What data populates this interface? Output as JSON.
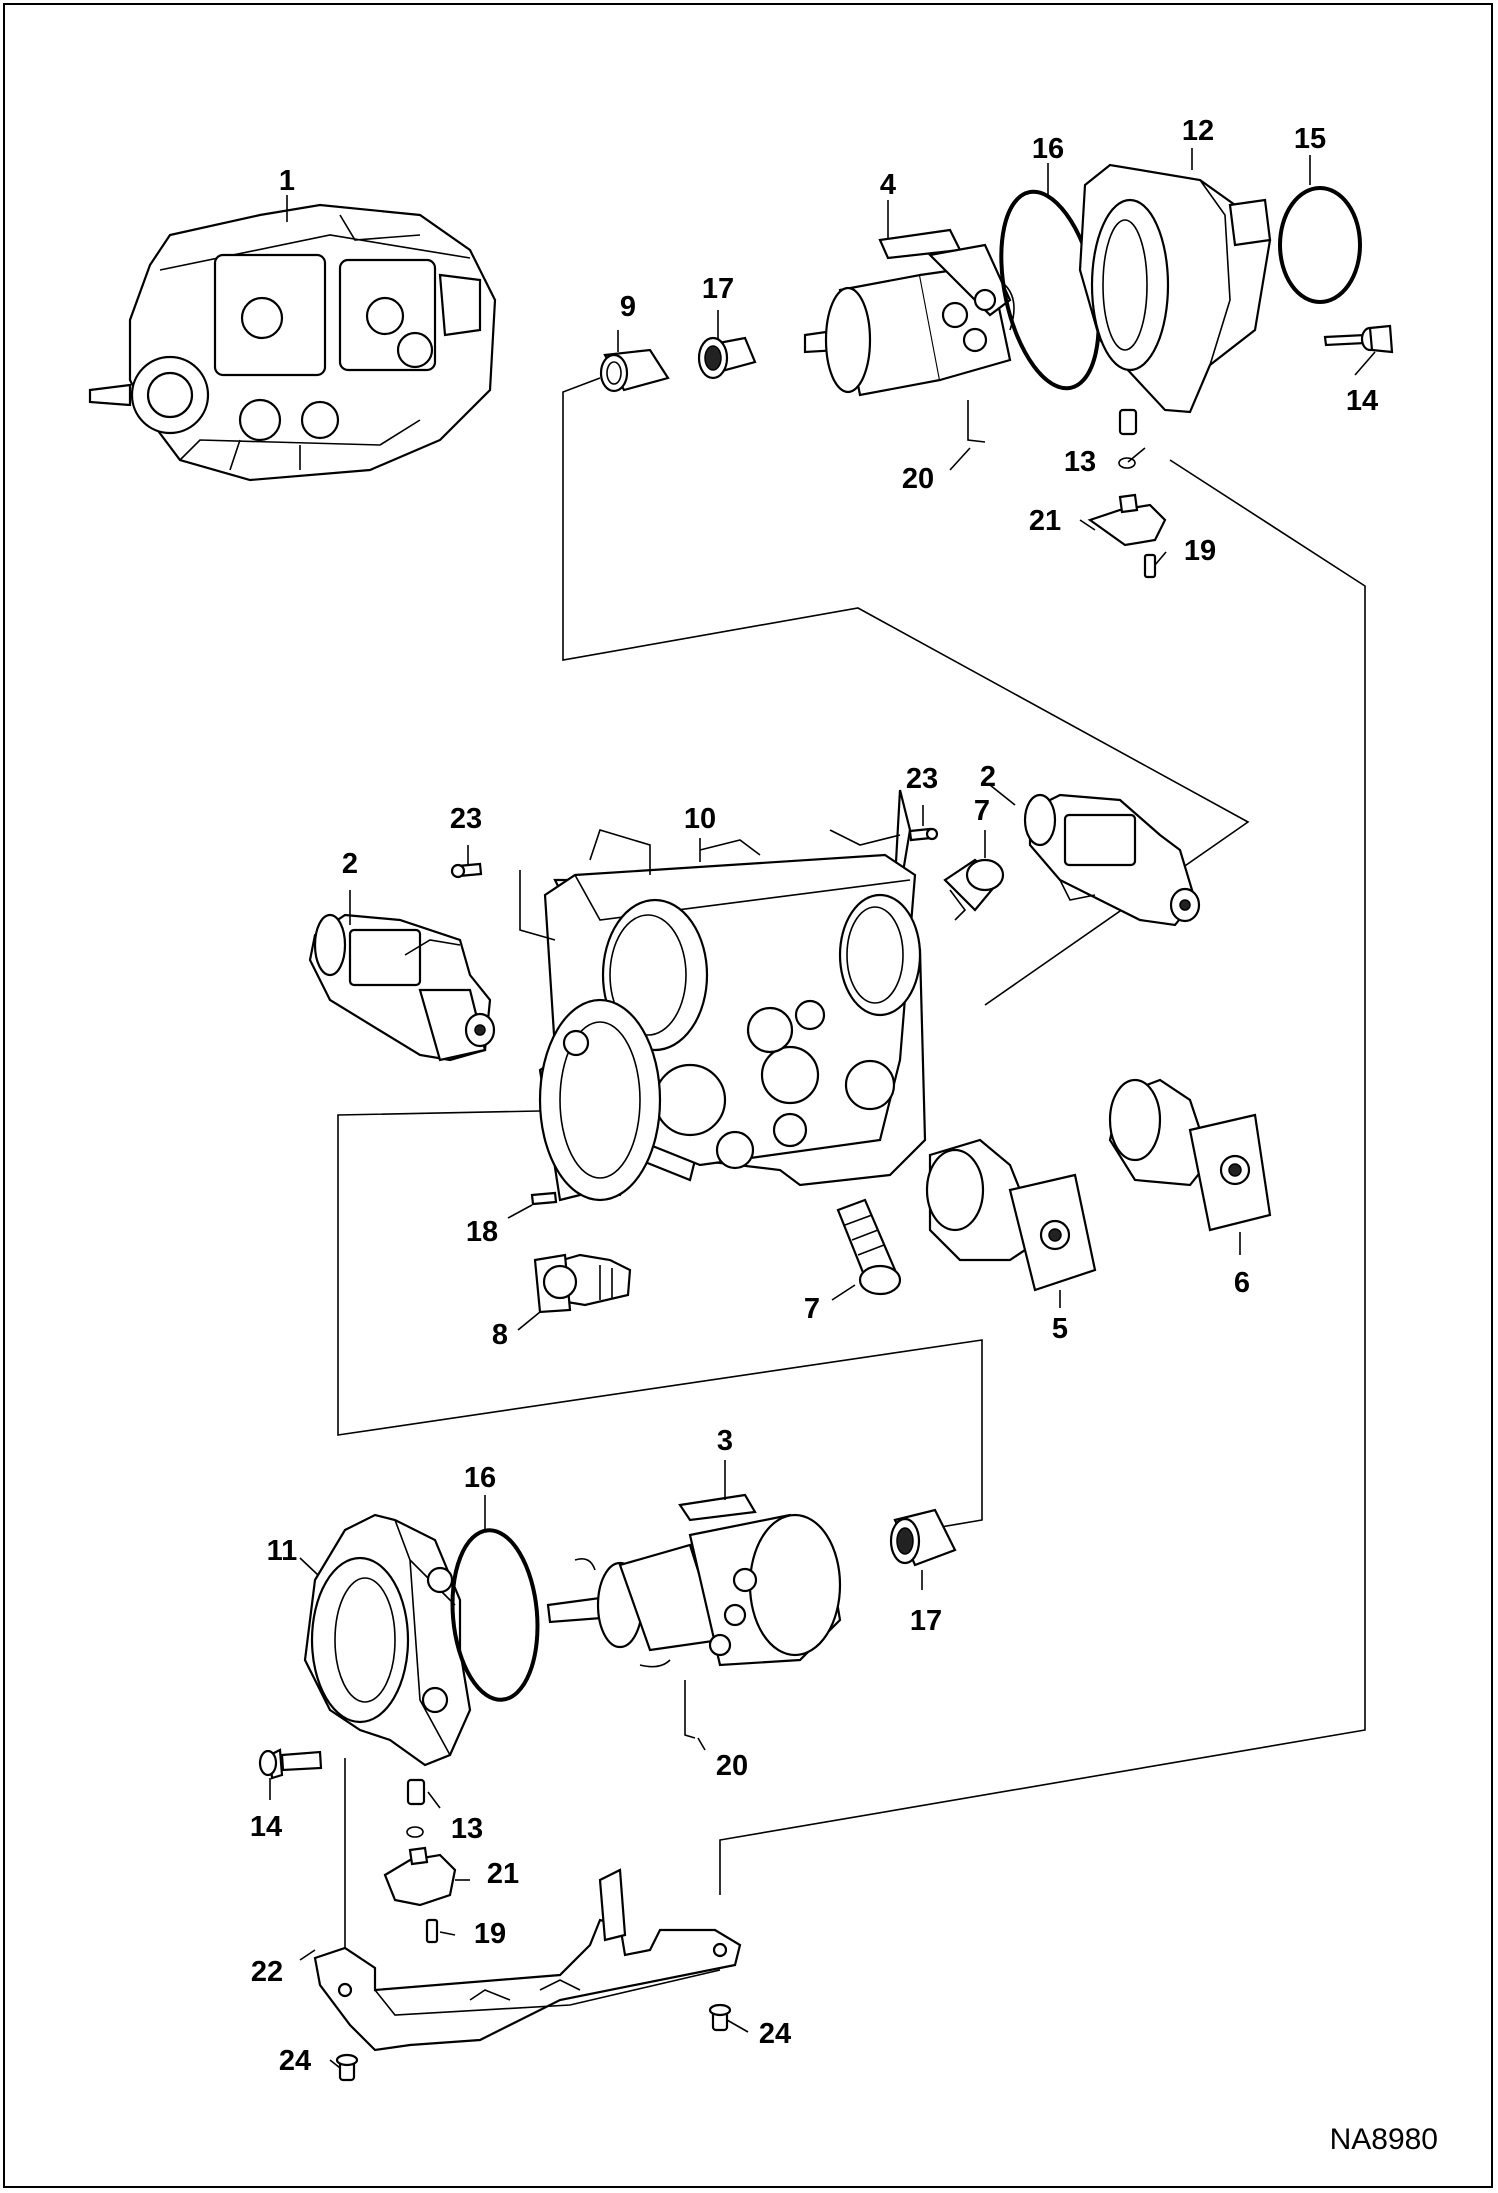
{
  "figure_id": "NA8980",
  "callouts": [
    {
      "text": "1"
    },
    {
      "text": "16"
    },
    {
      "text": "12"
    },
    {
      "text": "15"
    },
    {
      "text": "4"
    },
    {
      "text": "9"
    },
    {
      "text": "17"
    },
    {
      "text": "14"
    },
    {
      "text": "13"
    },
    {
      "text": "20"
    },
    {
      "text": "21"
    },
    {
      "text": "19"
    },
    {
      "text": "23"
    },
    {
      "text": "2"
    },
    {
      "text": "10"
    },
    {
      "text": "23"
    },
    {
      "text": "7"
    },
    {
      "text": "2"
    },
    {
      "text": "18"
    },
    {
      "text": "8"
    },
    {
      "text": "7"
    },
    {
      "text": "5"
    },
    {
      "text": "6"
    },
    {
      "text": "3"
    },
    {
      "text": "16"
    },
    {
      "text": "11"
    },
    {
      "text": "17"
    },
    {
      "text": "20"
    },
    {
      "text": "14"
    },
    {
      "text": "13"
    },
    {
      "text": "21"
    },
    {
      "text": "19"
    },
    {
      "text": "22"
    },
    {
      "text": "24"
    },
    {
      "text": "24"
    }
  ]
}
